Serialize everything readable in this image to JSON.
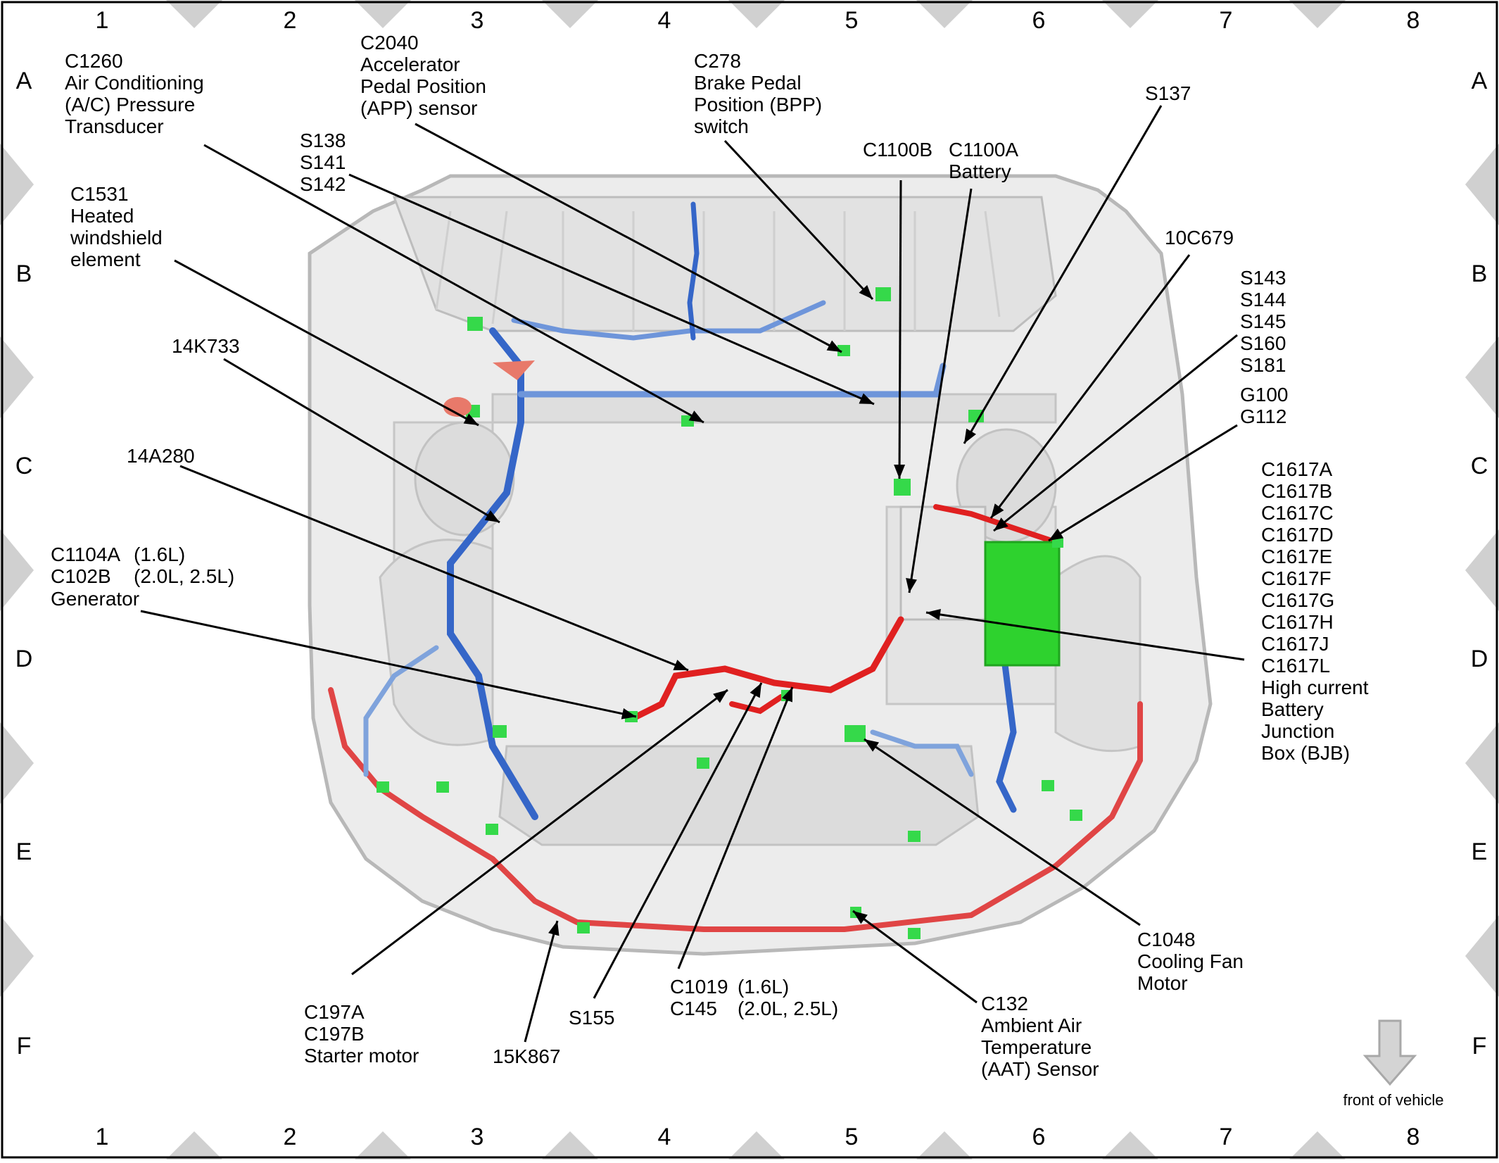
{
  "grid": {
    "columns": [
      "1",
      "2",
      "3",
      "4",
      "5",
      "6",
      "7",
      "8"
    ],
    "rows": [
      "A",
      "B",
      "C",
      "D",
      "E",
      "F"
    ]
  },
  "colors": {
    "frame": "#000000",
    "diamond": "#d0d0d0",
    "body_shell": "#e9e9e9",
    "body_outline": "#b8b8b8",
    "harness_blue": "#3566c8",
    "harness_blue_light": "#7fa3dc",
    "harness_red": "#e02020",
    "harness_red_light": "#e8796a",
    "connector_green": "#35d94a",
    "junction_box": "#2ed22e",
    "leader_line": "#000000",
    "arrow_gray": "#c8c8c8"
  },
  "callouts": [
    {
      "id": "c1260",
      "lines": [
        "C1260",
        "Air Conditioning",
        "(A/C) Pressure",
        "Transducer"
      ]
    },
    {
      "id": "c2040",
      "lines": [
        "C2040",
        "Accelerator",
        "Pedal Position",
        "(APP) sensor"
      ]
    },
    {
      "id": "c278",
      "lines": [
        "C278",
        "Brake Pedal",
        "Position (BPP)",
        "switch"
      ]
    },
    {
      "id": "s137",
      "lines": [
        "S137"
      ]
    },
    {
      "id": "s138",
      "lines": [
        "S138",
        "S141",
        "S142"
      ]
    },
    {
      "id": "c1100b",
      "lines": [
        "C1100B"
      ]
    },
    {
      "id": "c1100a",
      "lines": [
        "C1100A",
        "Battery"
      ]
    },
    {
      "id": "c1531",
      "lines": [
        "C1531",
        "Heated",
        "windshield",
        "element"
      ]
    },
    {
      "id": "10c679",
      "lines": [
        "10C679"
      ]
    },
    {
      "id": "s143",
      "lines": [
        "S143",
        "S144",
        "S145",
        "S160",
        "S181"
      ]
    },
    {
      "id": "14k733",
      "lines": [
        "14K733"
      ]
    },
    {
      "id": "g100",
      "lines": [
        "G100",
        "G112"
      ]
    },
    {
      "id": "14a280",
      "lines": [
        "14A280"
      ]
    },
    {
      "id": "c1617",
      "lines": [
        "C1617A",
        "C1617B",
        "C1617C",
        "C1617D",
        "C1617E",
        "C1617F",
        "C1617G",
        "C1617H",
        "C1617J",
        "C1617L",
        "High current",
        "Battery",
        "Junction",
        "Box (BJB)"
      ]
    },
    {
      "id": "c1104a",
      "lines": [
        "C1104A"
      ]
    },
    {
      "id": "c1104a_v",
      "lines": [
        "(1.6L)"
      ]
    },
    {
      "id": "c102b",
      "lines": [
        "C102B"
      ]
    },
    {
      "id": "c102b_v",
      "lines": [
        "(2.0L, 2.5L)"
      ]
    },
    {
      "id": "generator",
      "lines": [
        "Generator"
      ]
    },
    {
      "id": "c1048",
      "lines": [
        "C1048",
        "Cooling Fan",
        "Motor"
      ]
    },
    {
      "id": "c197",
      "lines": [
        "C197A",
        "C197B",
        "Starter motor"
      ]
    },
    {
      "id": "s155",
      "lines": [
        "S155"
      ]
    },
    {
      "id": "c1019",
      "lines": [
        "C1019",
        "C145"
      ]
    },
    {
      "id": "c1019_v",
      "lines": [
        "(1.6L)",
        "(2.0L, 2.5L)"
      ]
    },
    {
      "id": "c132",
      "lines": [
        "C132",
        "Ambient Air",
        "Temperature",
        "(AAT) Sensor"
      ]
    },
    {
      "id": "15k867",
      "lines": [
        "15K867"
      ]
    }
  ],
  "front_hint": "front of vehicle"
}
